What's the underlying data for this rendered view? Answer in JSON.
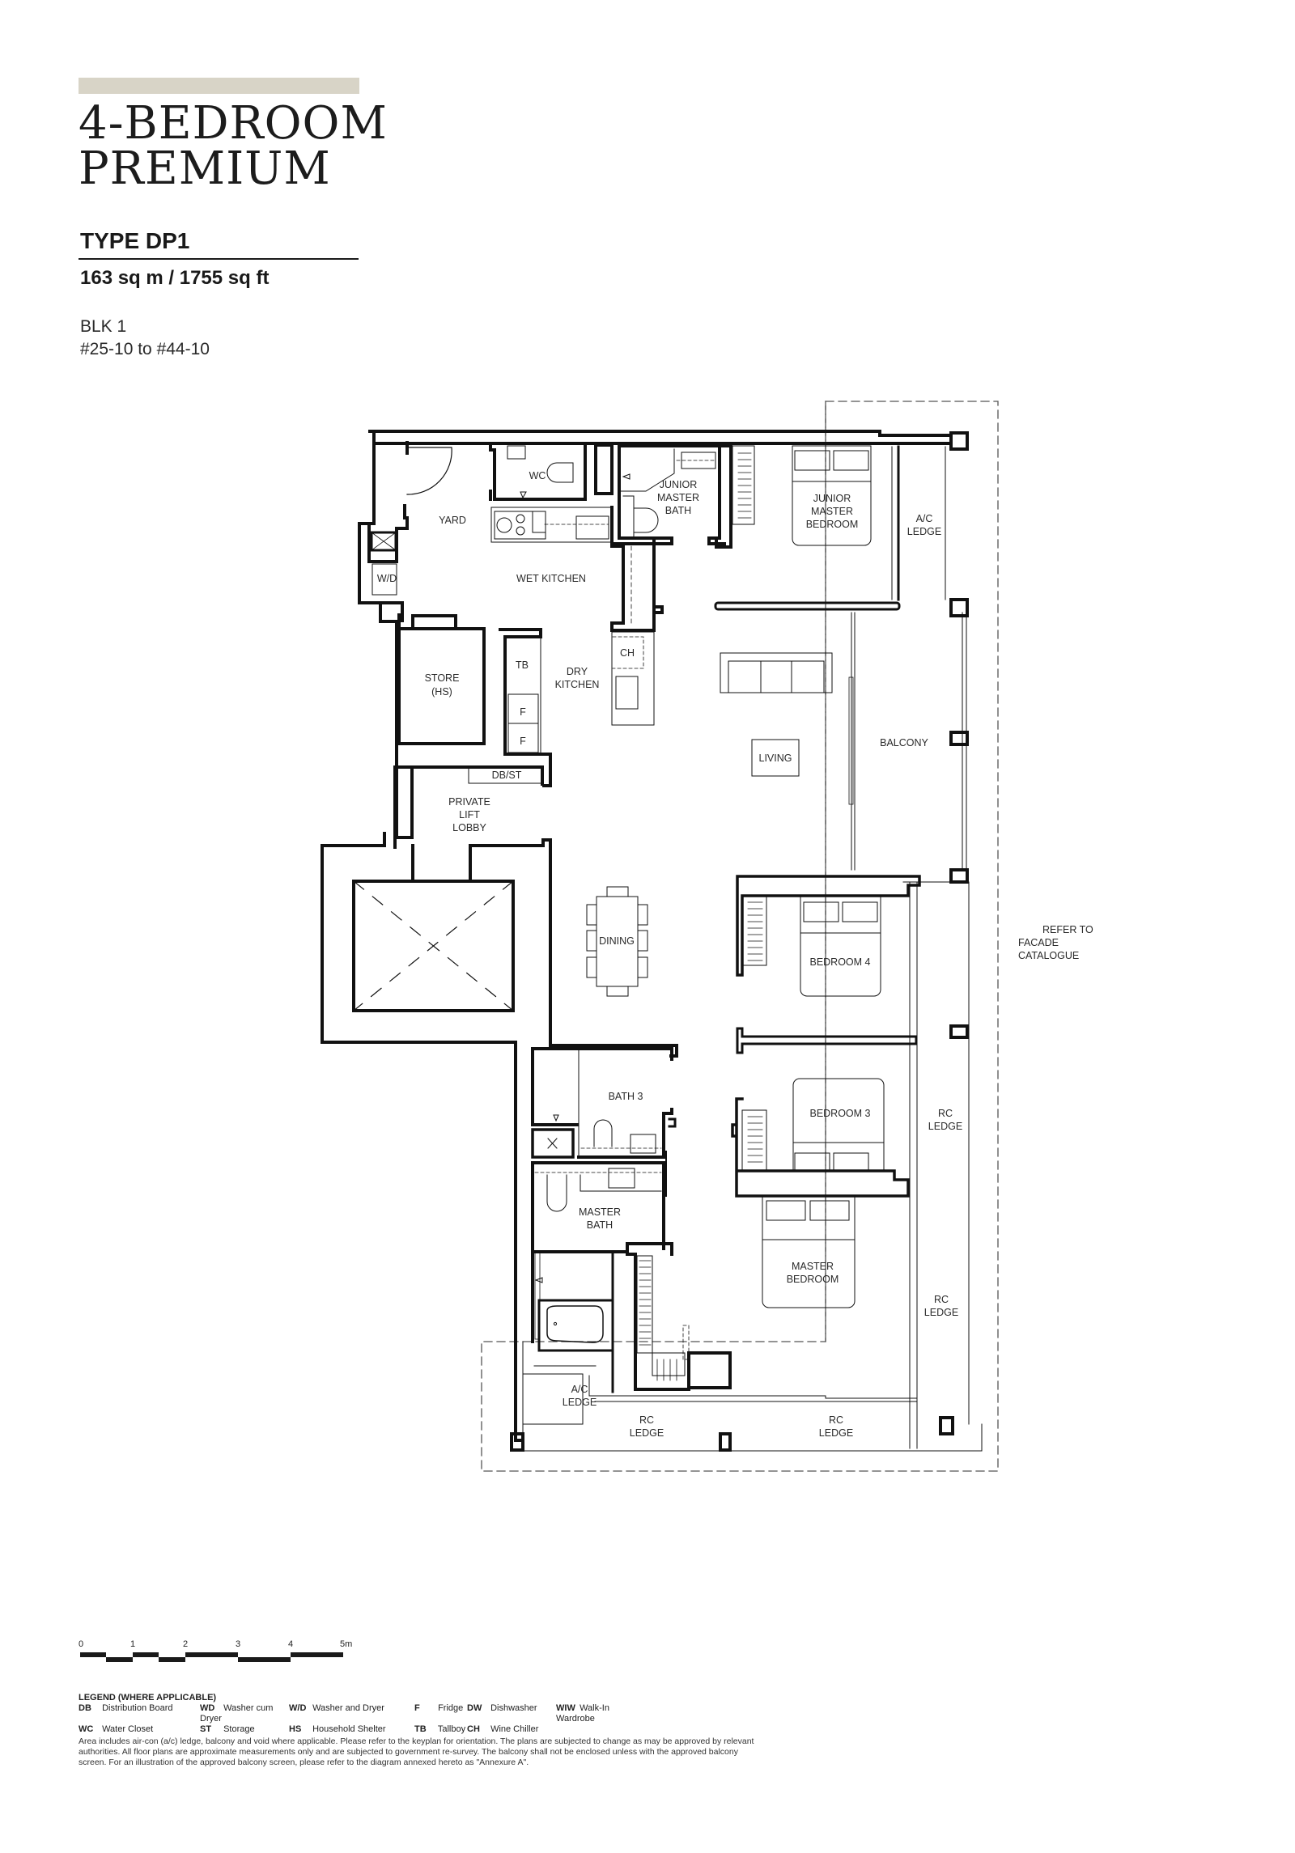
{
  "header": {
    "title_line1": "4-BEDROOM",
    "title_line2": "PREMIUM",
    "accent_color": "#d8d4c7",
    "type": "TYPE DP1",
    "area": "163 sq m / 1755 sq ft",
    "block": "BLK 1",
    "units": "#25-10 to #44-10"
  },
  "floorplan": {
    "rooms": {
      "wc": "WC",
      "yard": "YARD",
      "junior_master_bath": [
        "JUNIOR",
        "MASTER",
        "BATH"
      ],
      "junior_master_bedroom": [
        "JUNIOR",
        "MASTER",
        "BEDROOM"
      ],
      "ac_ledge_top": [
        "A/C",
        "LEDGE"
      ],
      "wd": "W/D",
      "wet_kitchen": "WET KITCHEN",
      "ch": "CH",
      "tb": "TB",
      "dry_kitchen": [
        "DRY",
        "KITCHEN"
      ],
      "store": [
        "STORE",
        "(HS)"
      ],
      "fridge1": "F",
      "fridge2": "F",
      "living": "LIVING",
      "balcony": "BALCONY",
      "db_st": "DB/ST",
      "private_lift_lobby": [
        "PRIVATE",
        "LIFT",
        "LOBBY"
      ],
      "dining": "DINING",
      "bedroom4": "BEDROOM 4",
      "facade_note": [
        "REFER TO",
        "FACADE",
        "CATALOGUE"
      ],
      "bath3": "BATH 3",
      "bedroom3": "BEDROOM 3",
      "rc_ledge_right1": [
        "RC",
        "LEDGE"
      ],
      "master_bath": [
        "MASTER",
        "BATH"
      ],
      "master_bedroom": [
        "MASTER",
        "BEDROOM"
      ],
      "rc_ledge_right2": [
        "RC",
        "LEDGE"
      ],
      "ac_ledge_bottom": [
        "A/C",
        "LEDGE"
      ],
      "rc_ledge_bottom1": [
        "RC",
        "LEDGE"
      ],
      "rc_ledge_bottom2": [
        "RC",
        "LEDGE"
      ]
    }
  },
  "scale_bar": {
    "ticks": [
      "0",
      "1",
      "2",
      "3",
      "4",
      "5m"
    ]
  },
  "legend": {
    "heading": "LEGEND (WHERE APPLICABLE)",
    "items": [
      {
        "code": "DB",
        "desc": "Distribution Board"
      },
      {
        "code": "WD",
        "desc": "Washer cum Dryer"
      },
      {
        "code": "W/D",
        "desc": "Washer and Dryer"
      },
      {
        "code": "F",
        "desc": "Fridge"
      },
      {
        "code": "DW",
        "desc": "Dishwasher"
      },
      {
        "code": "WIW",
        "desc": "Walk-In Wardrobe"
      },
      {
        "code": "WC",
        "desc": "Water Closet"
      },
      {
        "code": "ST",
        "desc": "Storage"
      },
      {
        "code": "HS",
        "desc": "Household Shelter"
      },
      {
        "code": "TB",
        "desc": "Tallboy"
      },
      {
        "code": "CH",
        "desc": "Wine Chiller"
      },
      {
        "code": "",
        "desc": ""
      }
    ]
  },
  "disclaimer": "Area includes air-con (a/c) ledge, balcony and void where applicable. Please refer to the keyplan for orientation. The plans are subjected to change as may be approved by relevant authorities. All floor plans are approximate measurements only and are subjected to government re-survey. The balcony shall not be enclosed unless with the approved balcony screen. For an illustration of the approved balcony screen, please refer to the diagram annexed hereto as \"Annexure A\"."
}
